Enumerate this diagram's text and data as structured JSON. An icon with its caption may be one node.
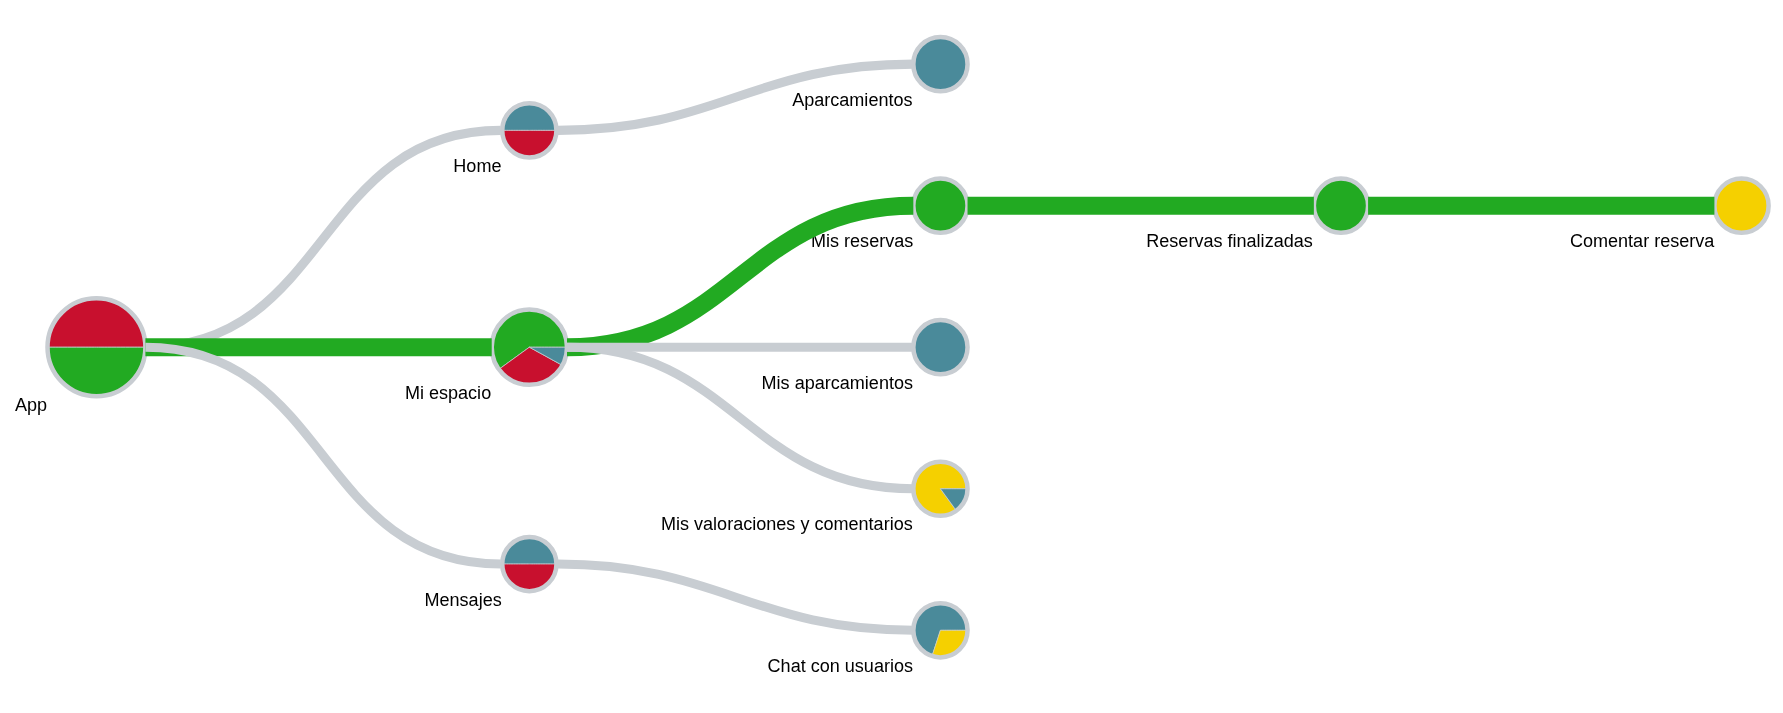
{
  "diagram": {
    "nodes": [
      {
        "text": [
          "App"
        ]
      },
      {
        "text": [
          "Home"
        ]
      },
      {
        "text": [
          "Mi espacio"
        ]
      },
      {
        "text": [
          "Mensajes"
        ]
      },
      {
        "text": [
          "Aparcamientos"
        ]
      },
      {
        "text": [
          "Mis reservas"
        ]
      },
      {
        "text": [
          "Mis aparcamientos"
        ]
      },
      {
        "text": [
          "Mis valoraciones y comentarios"
        ]
      },
      {
        "text": [
          "Chat con usuarios"
        ]
      },
      {
        "text": [
          "Reservas finalizadas"
        ]
      },
      {
        "text": [
          "Comentar reserva"
        ]
      }
    ],
    "edges": [
      {
        "from": 0,
        "to": 1,
        "arrow": "none"
      },
      {
        "from": 0,
        "to": 2,
        "arrow": "none",
        "style": "thick",
        "color": "#22aa22"
      },
      {
        "from": 0,
        "to": 3,
        "arrow": "none"
      },
      {
        "from": 1,
        "to": 4,
        "arrow": "none"
      },
      {
        "from": 2,
        "to": 5,
        "arrow": "none",
        "style": "thick",
        "color": "#22aa22"
      },
      {
        "from": 2,
        "to": 6,
        "arrow": "none"
      },
      {
        "from": 2,
        "to": 7,
        "arrow": "none"
      },
      {
        "from": 3,
        "to": 8,
        "arrow": "none"
      },
      {
        "from": 5,
        "to": 9,
        "arrow": "none",
        "style": "thick",
        "color": "#22aa22"
      },
      {
        "from": 9,
        "to": 10,
        "arrow": "none",
        "style": "thick",
        "color": "#22aa22"
      }
    ]
  }
}
